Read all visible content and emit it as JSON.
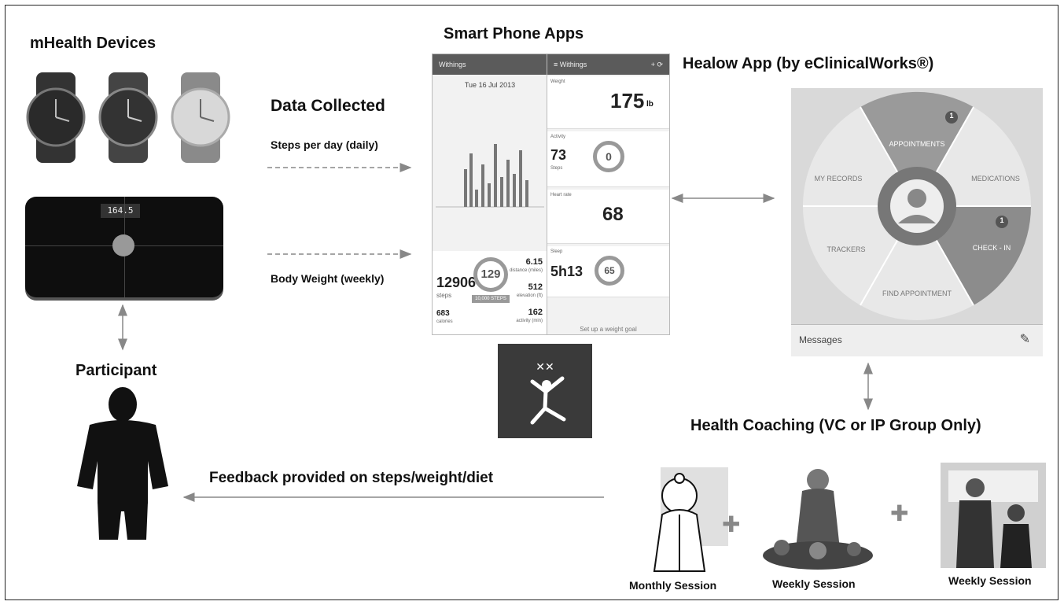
{
  "titles": {
    "devices": "mHealth Devices",
    "apps": "Smart Phone Apps",
    "healow": "Healow App (by eClinicalWorks®)",
    "data_collected": "Data Collected",
    "participant": "Participant",
    "coaching": "Health Coaching (VC or IP Group Only)"
  },
  "labels": {
    "steps": "Steps per day (daily)",
    "weight": "Body Weight (weekly)",
    "feedback": "Feedback provided on steps/weight/diet",
    "session1": "Monthly Session",
    "session2": "Weekly Session",
    "session3": "Weekly Session"
  },
  "scale_display": "164.5",
  "phone_left": {
    "title": "Withings",
    "date": "Tue 16 Jul 2013",
    "steps": "12906",
    "steps_unit": "steps",
    "ring": "129",
    "ring_unit": "%",
    "goal": "10,000 STEPS",
    "distance": "6.15",
    "distance_unit": "distance (miles)",
    "elevation": "512",
    "elevation_unit": "elevation (ft)",
    "calories": "683",
    "calories_unit": "calories",
    "activity": "162",
    "activity_unit": "activity (min)"
  },
  "phone_right": {
    "title": "Withings",
    "weight_label": "Weight",
    "weight": "175",
    "weight_unit": "lb",
    "activity_label": "Activity",
    "activity": "73",
    "activity_unit": "Steps",
    "activity_ring": "0",
    "heart_label": "Heart rate",
    "heart": "68",
    "sleep_label": "Sleep",
    "sleep": "5h13",
    "sleep_ring": "65",
    "footer": "Set up a weight goal"
  },
  "healow": {
    "appointments": "APPOINTMENTS",
    "medications": "MEDICATIONS",
    "my_records": "MY RECORDS",
    "trackers": "TRACKERS",
    "check_in": "CHECK - IN",
    "find_appointment": "FIND APPOINTMENT",
    "messages": "Messages",
    "badge_appointments": "1",
    "badge_checkin": "1"
  }
}
